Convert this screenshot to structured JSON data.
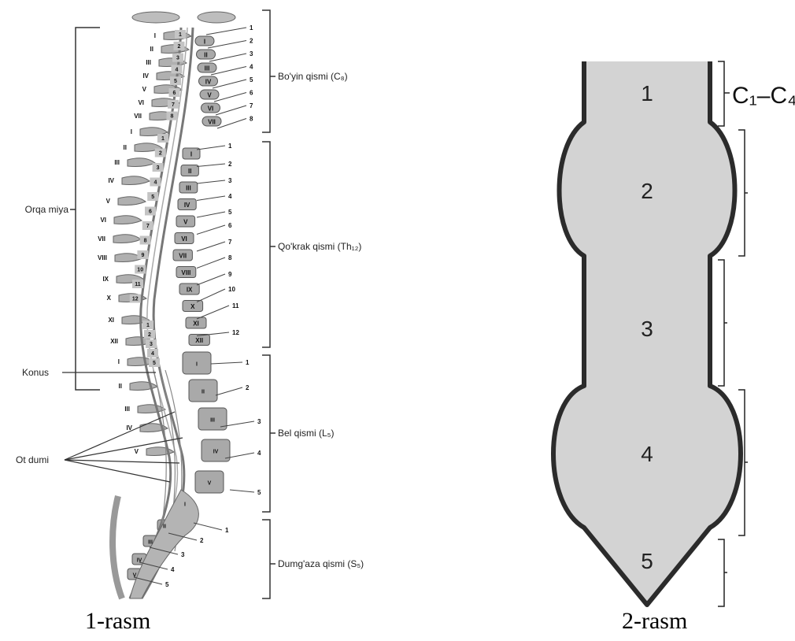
{
  "figure1": {
    "caption": "1-rasm",
    "regions": {
      "cervical": "Bo'yin qismi (C₈)",
      "thoracic": "Qo'krak qismi (Th₁₂)",
      "lumbar": "Bel qismi (L₅)",
      "sacral": "Dumg'aza qismi (S₅)"
    },
    "left_labels": {
      "spinal_cord": "Orqa miya",
      "conus": "Konus",
      "cauda": "Ot dumi"
    },
    "roman_left": [
      "I",
      "II",
      "III",
      "IV",
      "V",
      "VI",
      "VII",
      "I",
      "II",
      "III",
      "IV",
      "V",
      "VI",
      "VII",
      "VIII",
      "IX",
      "X",
      "XI",
      "XII",
      "I",
      "II",
      "III",
      "IV",
      "V"
    ],
    "segment_digits": [
      "1",
      "2",
      "3",
      "4",
      "5",
      "6",
      "7",
      "8",
      "1",
      "2",
      "3",
      "4",
      "5",
      "6",
      "7",
      "8",
      "9",
      "10",
      "11",
      "12",
      "1",
      "2",
      "3",
      "4",
      "5"
    ],
    "vertebra_roman": [
      "I",
      "II",
      "III",
      "IV",
      "V",
      "VI",
      "VII",
      "I",
      "II",
      "III",
      "IV",
      "V",
      "VI",
      "VII",
      "VIII",
      "IX",
      "X",
      "XI",
      "XII",
      "I",
      "II",
      "III",
      "IV",
      "V",
      "I",
      "II",
      "III",
      "IV",
      "V"
    ],
    "right_numbers": [
      "1",
      "2",
      "3",
      "4",
      "5",
      "6",
      "7",
      "8",
      "1",
      "2",
      "3",
      "4",
      "5",
      "6",
      "7",
      "8",
      "9",
      "10",
      "11",
      "12",
      "1",
      "2",
      "3",
      "4",
      "5",
      "1",
      "2",
      "3",
      "4",
      "5"
    ]
  },
  "figure2": {
    "caption": "2-rasm",
    "label_c1c4": "C₁–C₄",
    "segments": [
      "1",
      "2",
      "3",
      "4",
      "5"
    ]
  },
  "colors": {
    "fill": "#d2d2d2",
    "stroke": "#333333",
    "vertebra": "#a8a8a8"
  }
}
